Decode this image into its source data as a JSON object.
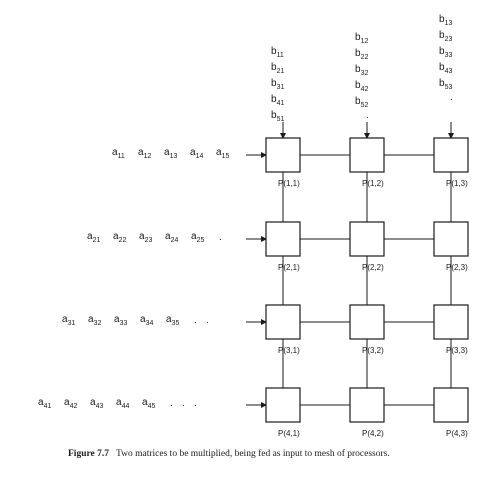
{
  "figure": {
    "label": "Figure 7.7",
    "caption": "Two matrices to be multiplied, being fed as input to mesh of processors."
  },
  "processors": [
    [
      "P(1,1)",
      "P(1,2)",
      "P(1,3)"
    ],
    [
      "P(2,1)",
      "P(2,2)",
      "P(2,3)"
    ],
    [
      "P(3,1)",
      "P(3,2)",
      "P(3,3)"
    ],
    [
      "P(4,1)",
      "P(4,2)",
      "P(4,3)"
    ]
  ],
  "row_inputs": [
    [
      "a11",
      "a12",
      "a13",
      "a14",
      "a15"
    ],
    [
      "a21",
      "a22",
      "a23",
      "a24",
      "a25"
    ],
    [
      "a31",
      "a32",
      "a33",
      "a34",
      "a35"
    ],
    [
      "a41",
      "a42",
      "a43",
      "a44",
      "a45"
    ]
  ],
  "column_inputs": [
    [
      "b11",
      "b21",
      "b31",
      "b41",
      "b51"
    ],
    [
      "b12",
      "b22",
      "b32",
      "b42",
      "b52"
    ],
    [
      "b13",
      "b23",
      "b33",
      "b43",
      "b53"
    ]
  ]
}
